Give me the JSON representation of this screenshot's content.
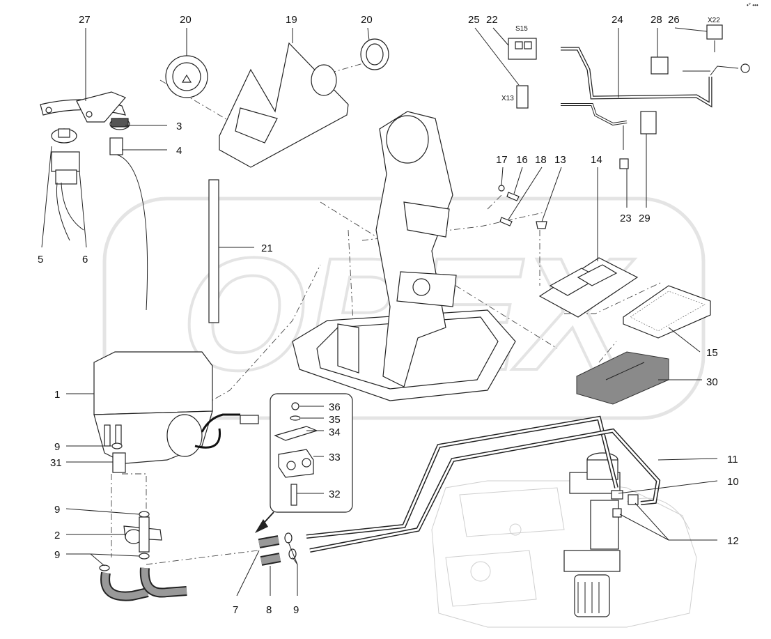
{
  "callouts": [
    {
      "id": "c1",
      "text": "1"
    },
    {
      "id": "c2",
      "text": "2"
    },
    {
      "id": "c3",
      "text": "3"
    },
    {
      "id": "c4",
      "text": "4"
    },
    {
      "id": "c5",
      "text": "5"
    },
    {
      "id": "c6",
      "text": "6"
    },
    {
      "id": "c7",
      "text": "7"
    },
    {
      "id": "c8",
      "text": "8"
    },
    {
      "id": "c9a",
      "text": "9"
    },
    {
      "id": "c9b",
      "text": "9"
    },
    {
      "id": "c9c",
      "text": "9"
    },
    {
      "id": "c9d",
      "text": "9"
    },
    {
      "id": "c10",
      "text": "10"
    },
    {
      "id": "c11",
      "text": "11"
    },
    {
      "id": "c12",
      "text": "12"
    },
    {
      "id": "c13",
      "text": "13"
    },
    {
      "id": "c14",
      "text": "14"
    },
    {
      "id": "c15",
      "text": "15"
    },
    {
      "id": "c16",
      "text": "16"
    },
    {
      "id": "c17",
      "text": "17"
    },
    {
      "id": "c18",
      "text": "18"
    },
    {
      "id": "c19",
      "text": "19"
    },
    {
      "id": "c20a",
      "text": "20"
    },
    {
      "id": "c20b",
      "text": "20"
    },
    {
      "id": "c21",
      "text": "21"
    },
    {
      "id": "c22",
      "text": "22"
    },
    {
      "id": "c23",
      "text": "23"
    },
    {
      "id": "c24",
      "text": "24"
    },
    {
      "id": "c25",
      "text": "25"
    },
    {
      "id": "c26",
      "text": "26"
    },
    {
      "id": "c27",
      "text": "27"
    },
    {
      "id": "c28",
      "text": "28"
    },
    {
      "id": "c29",
      "text": "29"
    },
    {
      "id": "c30",
      "text": "30"
    },
    {
      "id": "c31",
      "text": "31"
    },
    {
      "id": "c32",
      "text": "32"
    },
    {
      "id": "c33",
      "text": "33"
    },
    {
      "id": "c34",
      "text": "34"
    },
    {
      "id": "c35",
      "text": "35"
    },
    {
      "id": "c36",
      "text": "36"
    }
  ],
  "connectors": {
    "s15": "S15",
    "x13": "X13",
    "x22": "X22"
  },
  "corner_mark": "•° •••",
  "watermark": {
    "text": "OPEX"
  }
}
